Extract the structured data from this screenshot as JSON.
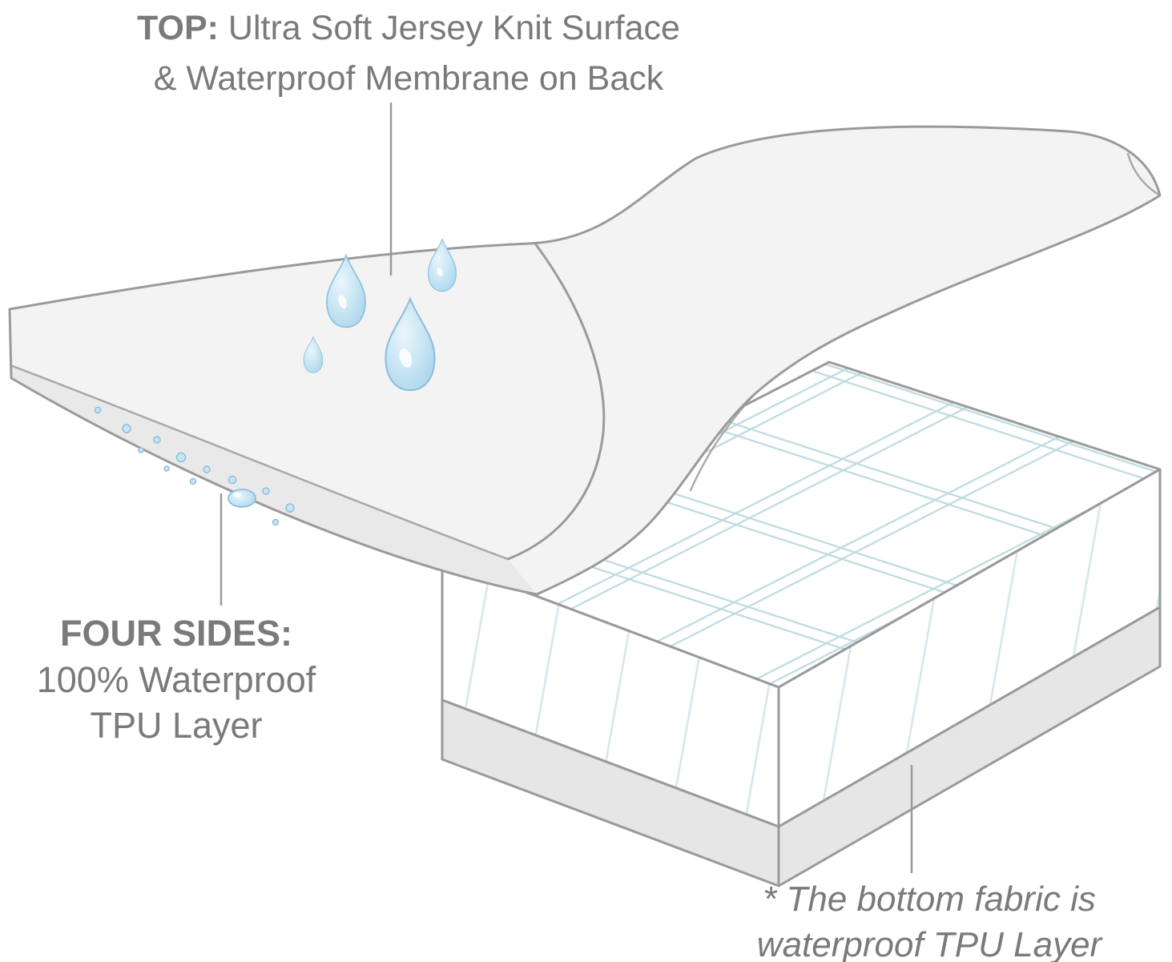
{
  "diagram": {
    "colors": {
      "text_color": "#7a7a7a",
      "line_color": "#9a9a9a",
      "sheet_fill": "#f3f3f3",
      "sheet_side_fill": "#e9e9e9",
      "mattress_fill": "#ffffff",
      "mattress_bottom_fill": "#e6e6e6",
      "quilt_line_color": "#bedbe0",
      "side_hatch_color": "#d4e7ea",
      "droplet_fill": "#c7e5f4",
      "droplet_stroke": "#8cbedb"
    },
    "annotations": {
      "top": {
        "label_bold": "TOP:",
        "line1_rest": " Ultra Soft Jersey Knit Surface",
        "line2": "& Waterproof Membrane on Back"
      },
      "four_sides": {
        "label_bold": "FOUR SIDES:",
        "line2": "100% Waterproof",
        "line3": "TPU Layer"
      },
      "bottom_note": {
        "line1": "* The bottom fabric is",
        "line2": "waterproof TPU Layer"
      }
    }
  }
}
